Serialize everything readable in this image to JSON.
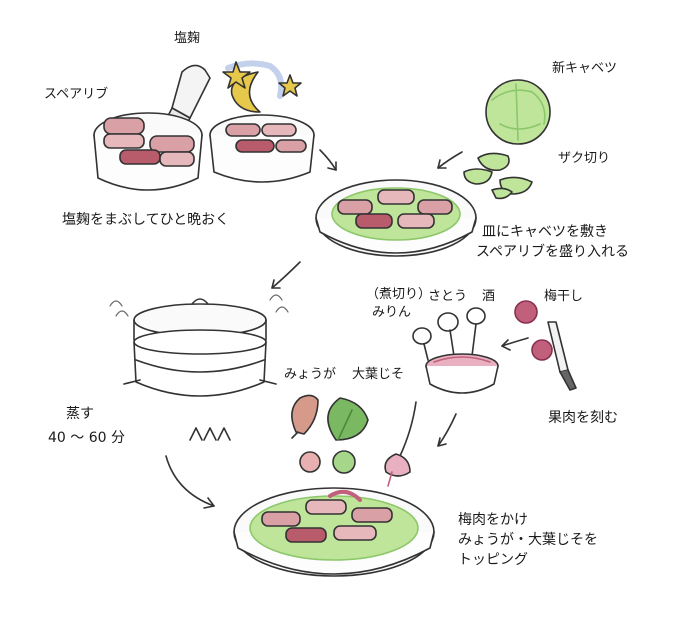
{
  "labels": {
    "shiokoji": "塩麹",
    "spareribs": "スペアリブ",
    "marinate_line": "塩麹をまぶしてひと晩おく",
    "new_cabbage": "新キャベツ",
    "rough_cut": "ザク切り",
    "plate_line1": "皿にキャベツを敷き",
    "plate_line2": "スペアリブを盛り入れる",
    "nikiri": "（煮切り）",
    "mirin": "みりん",
    "sugar": "さとう",
    "sake": "酒",
    "umeboshi": "梅干し",
    "chop_pulp": "果肉を刻む",
    "myoga": "みょうが",
    "ooba": "大葉じそ",
    "steam": "蒸す",
    "steam_time": "40 〜 60 分",
    "topping_line1": "梅肉をかけ",
    "topping_line2": "みょうが・大葉じそを",
    "topping_line3": "トッピング"
  },
  "colors": {
    "meat": "#d9a0a6",
    "meat_dark": "#b85b6a",
    "cabbage": "#bfe59a",
    "cabbage_dark": "#8cc76a",
    "plum": "#c0607a",
    "star": "#e6c84a",
    "night": "#9bb3e0",
    "outline": "#333333",
    "perilla": "#7ab862",
    "myoga": "#d69a8a"
  }
}
